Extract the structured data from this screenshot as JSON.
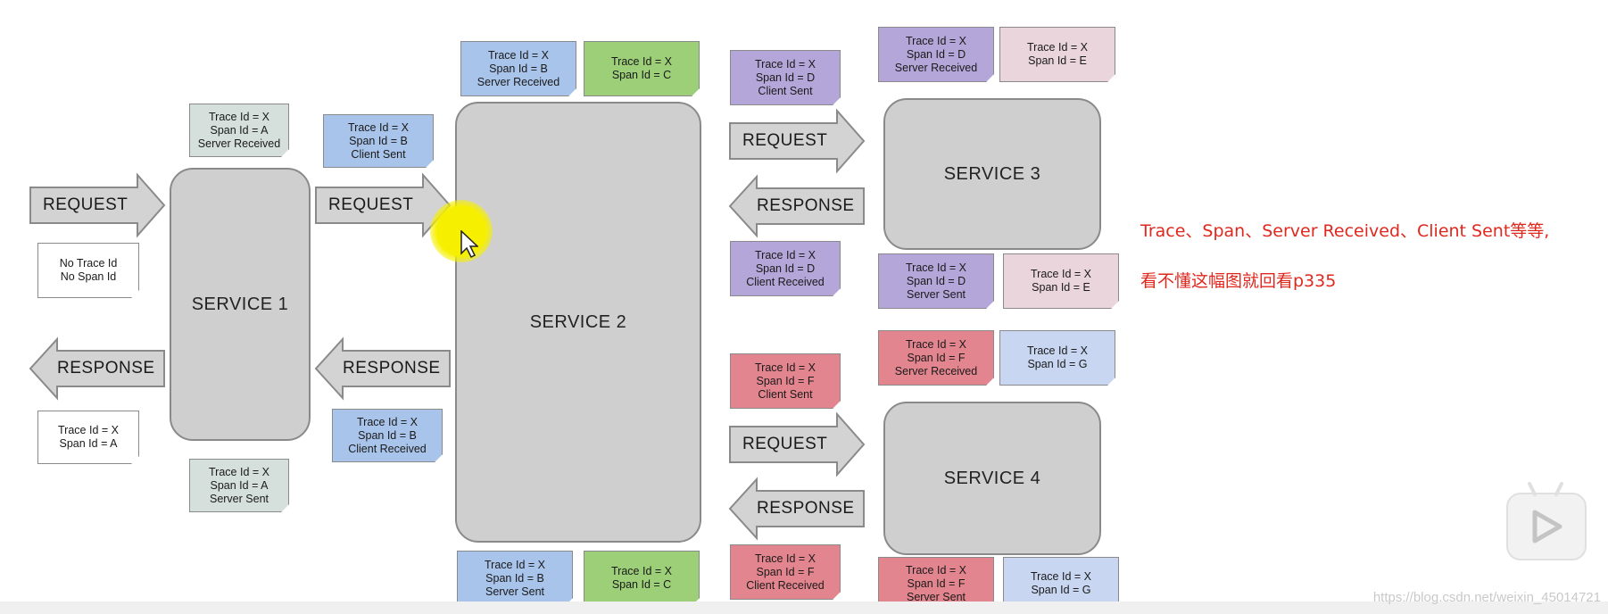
{
  "services": [
    {
      "id": "service-1",
      "label": "SERVICE 1"
    },
    {
      "id": "service-2",
      "label": "SERVICE 2"
    },
    {
      "id": "service-3",
      "label": "SERVICE 3"
    },
    {
      "id": "service-4",
      "label": "SERVICE 4"
    }
  ],
  "arrows": {
    "request_label": "REQUEST",
    "response_label": "RESPONSE"
  },
  "notes": {
    "s1_server_received": [
      "Trace Id = X",
      "Span Id = A",
      "Server Received"
    ],
    "s1_no_trace": [
      "No Trace Id",
      "No Span Id"
    ],
    "s1_response_span": [
      "Trace Id = X",
      "Span Id = A"
    ],
    "s1_server_sent": [
      "Trace Id = X",
      "Span Id = A",
      "Server Sent"
    ],
    "s2_client_sent_b": [
      "Trace Id = X",
      "Span Id = B",
      "Client Sent"
    ],
    "s2_client_received_b": [
      "Trace Id = X",
      "Span Id = B",
      "Client Received"
    ],
    "s2_server_received_b": [
      "Trace Id = X",
      "Span Id = B",
      "Server Received"
    ],
    "s2_span_c_top": [
      "Trace Id = X",
      "Span Id = C"
    ],
    "s2_server_sent_b": [
      "Trace Id = X",
      "Span Id = B",
      "Server Sent"
    ],
    "s2_span_c_bottom": [
      "Trace Id = X",
      "Span Id = C"
    ],
    "s3_client_sent_d": [
      "Trace Id = X",
      "Span Id = D",
      "Client Sent"
    ],
    "s3_client_received_d": [
      "Trace Id = X",
      "Span Id = D",
      "Client Received"
    ],
    "s3_server_received_d": [
      "Trace Id = X",
      "Span Id = D",
      "Server Received"
    ],
    "s3_span_e_top": [
      "Trace Id = X",
      "Span Id = E"
    ],
    "s3_server_sent_d": [
      "Trace Id = X",
      "Span Id = D",
      "Server Sent"
    ],
    "s3_span_e_bottom": [
      "Trace Id = X",
      "Span Id = E"
    ],
    "s4_client_sent_f": [
      "Trace Id = X",
      "Span Id = F",
      "Client Sent"
    ],
    "s4_client_received_f": [
      "Trace Id = X",
      "Span Id = F",
      "Client Received"
    ],
    "s4_server_received_f": [
      "Trace Id = X",
      "Span Id = F",
      "Server Received"
    ],
    "s4_span_g_top": [
      "Trace Id = X",
      "Span Id = G"
    ],
    "s4_server_sent_f": [
      "Trace Id = X",
      "Span Id = F",
      "Server Sent"
    ],
    "s4_span_g_bottom": [
      "Trace Id = X",
      "Span Id = G"
    ]
  },
  "annotation": {
    "line1": "Trace、Span、Server Received、Client Sent等等,",
    "line2": "看不懂这幅图就回看p335"
  },
  "watermark": "https://blog.csdn.net/weixin_45014721",
  "colors": {
    "annotation": "#e0281e",
    "service_fill": "#cfcfcf",
    "arrow_fill": "#d3d3d3",
    "cursor_highlight": "#f6f000"
  }
}
